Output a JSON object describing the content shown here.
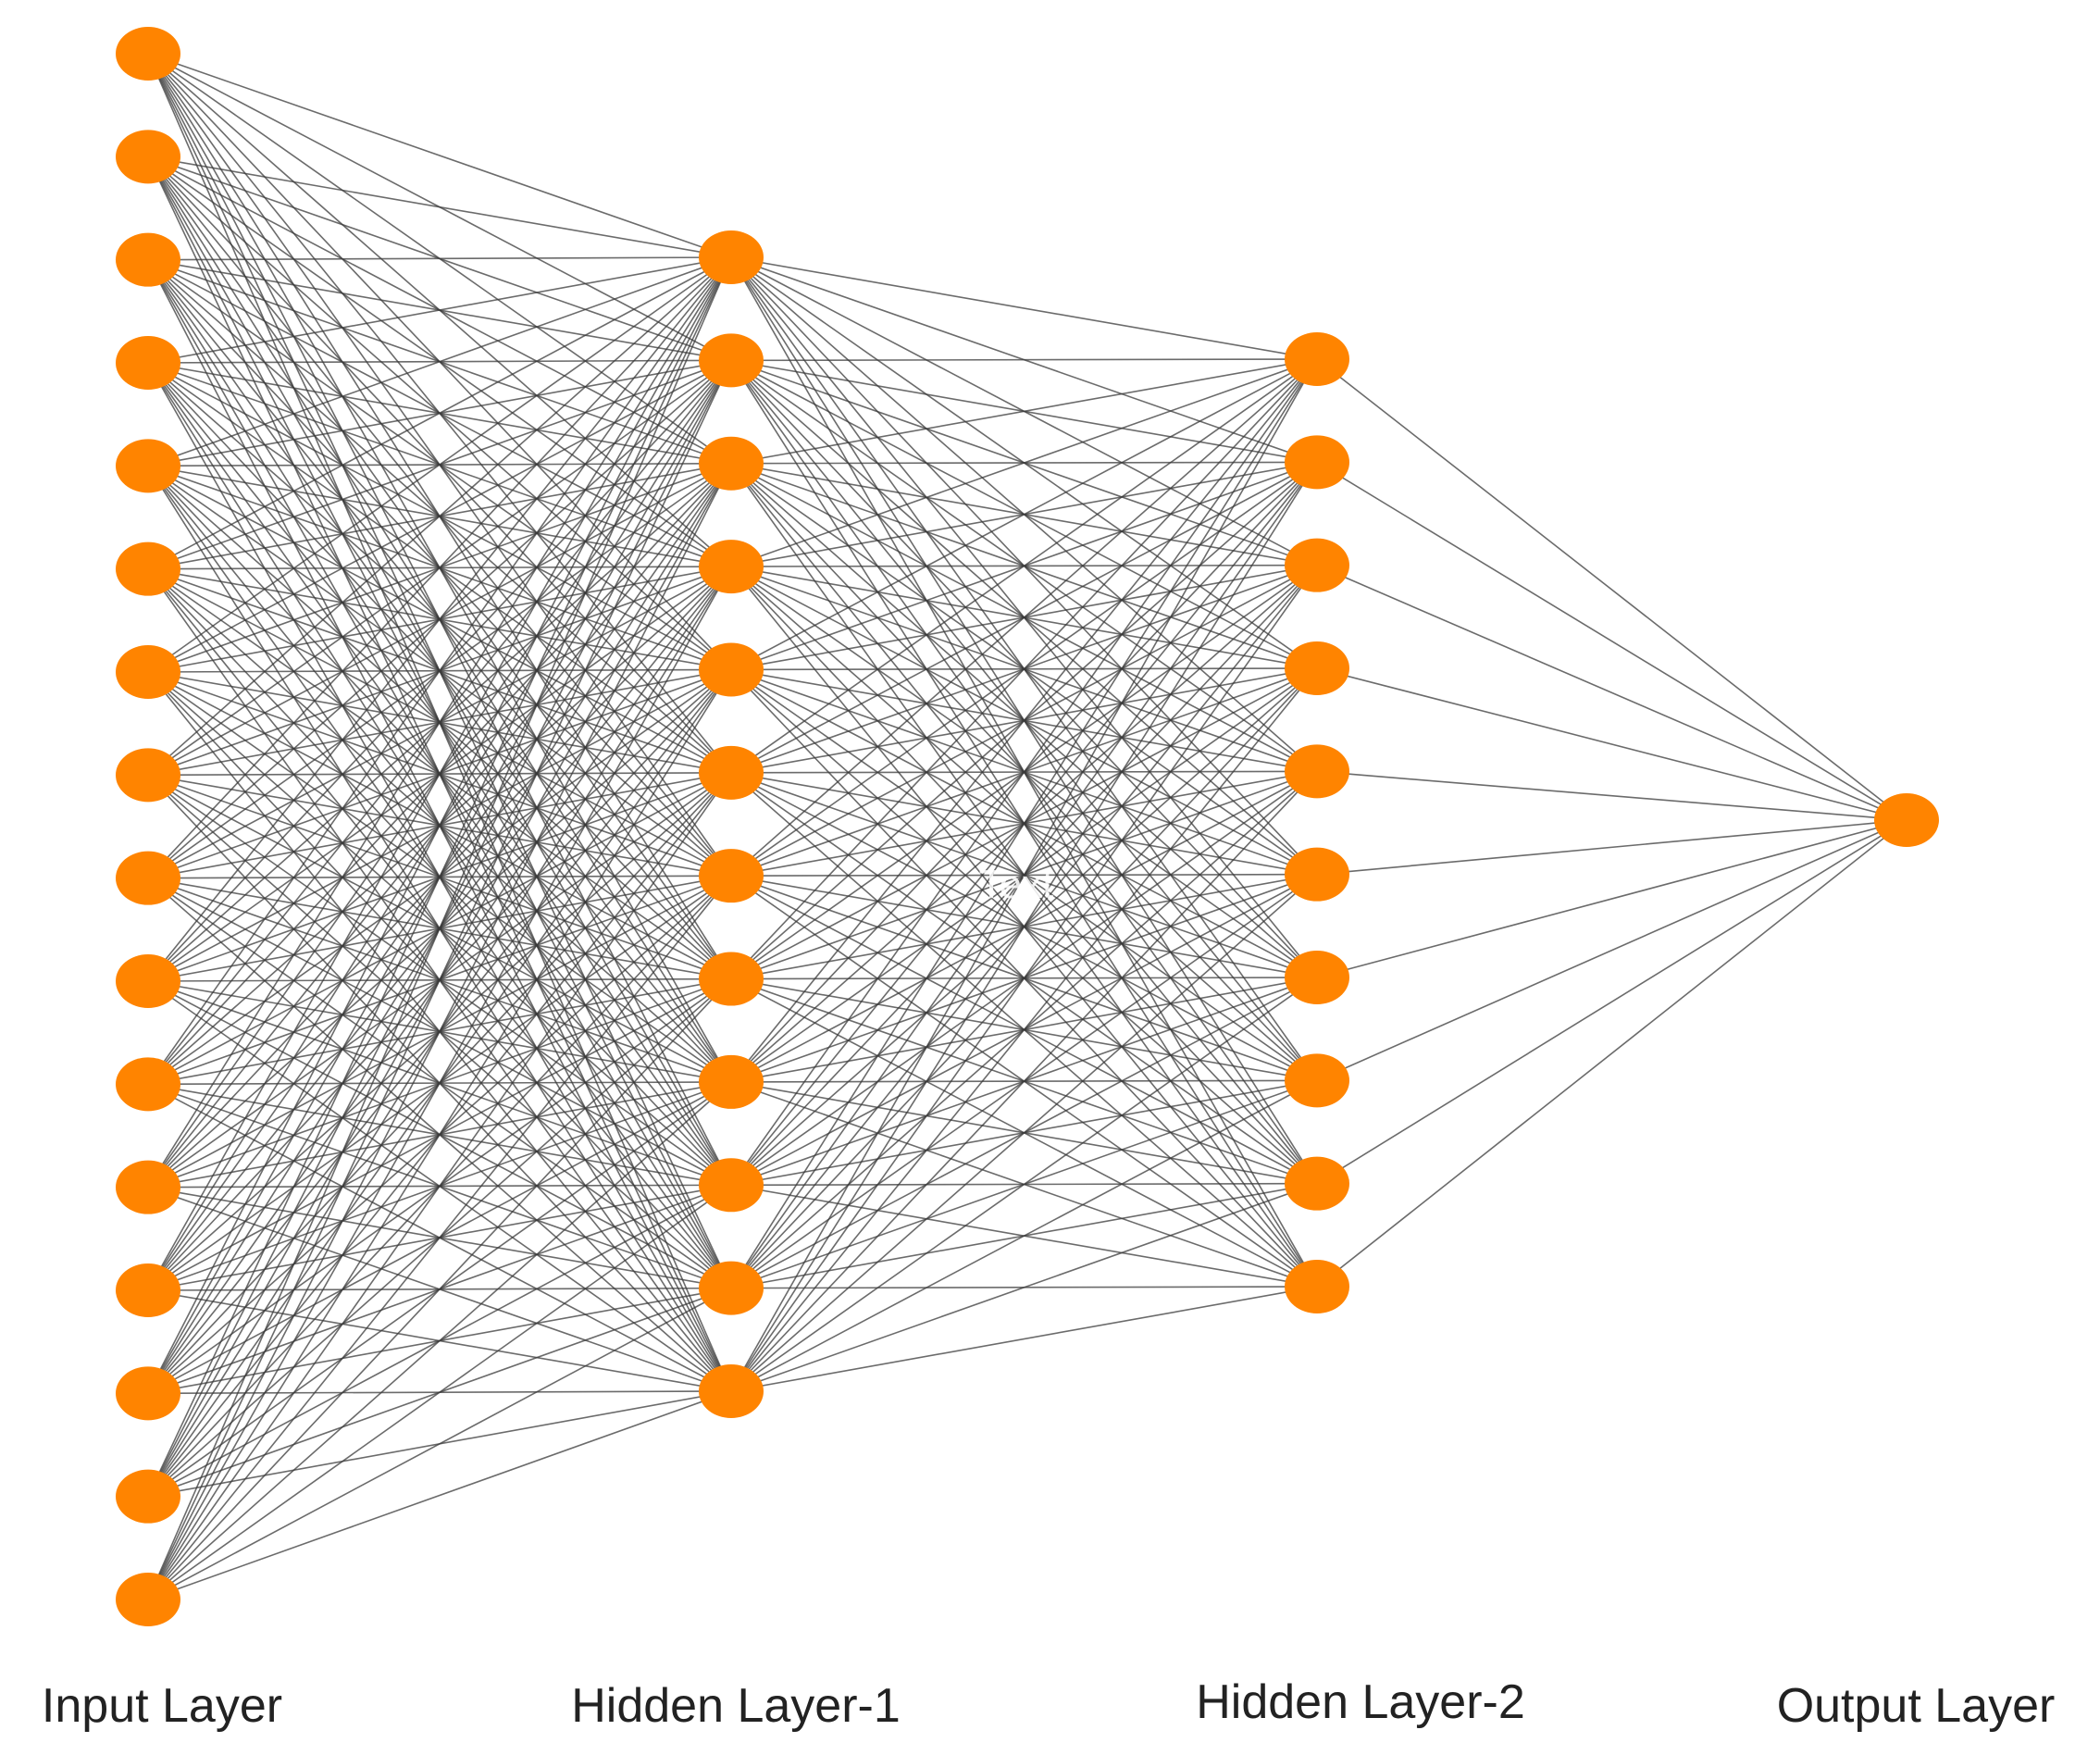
{
  "diagram": {
    "type": "feedforward-neural-network",
    "node_color": "#FF8400",
    "edge_color": "#3a3a3a",
    "connectivity": "fully-connected",
    "layers": [
      {
        "label": "Input Layer",
        "nodes": 16
      },
      {
        "label": "Hidden Layer-1",
        "nodes": 12
      },
      {
        "label": "Hidden Layer-2",
        "nodes": 10
      },
      {
        "label": "Output Layer",
        "nodes": 1
      }
    ],
    "center_text": "Text"
  }
}
